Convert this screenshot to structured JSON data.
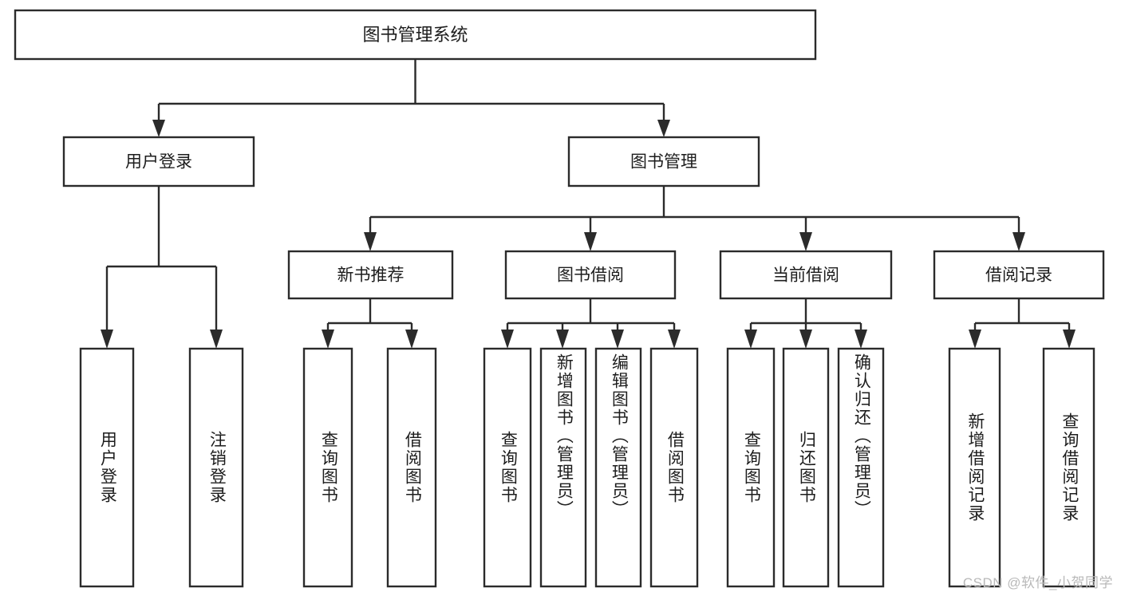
{
  "diagram": {
    "title": "图书管理系统",
    "type": "tree",
    "watermark": "CSDN @软件_小贺同学",
    "colors": {
      "stroke": "#2b2b2b",
      "fill": "#ffffff",
      "text": "#1d1d1d",
      "watermark": "#b9b9b9",
      "background": "#ffffff"
    },
    "levels": {
      "root": {
        "label": "图书管理系统"
      },
      "level2": [
        {
          "id": "user-login",
          "label": "用户登录"
        },
        {
          "id": "book-manage",
          "label": "图书管理"
        }
      ],
      "level3": [
        {
          "id": "new-book-recommend",
          "label": "新书推荐"
        },
        {
          "id": "book-borrow",
          "label": "图书借阅"
        },
        {
          "id": "current-borrow",
          "label": "当前借阅"
        },
        {
          "id": "borrow-record",
          "label": "借阅记录"
        }
      ],
      "leaves": [
        {
          "id": "leaf-user-login",
          "label": "用户登录",
          "parent": "user-login"
        },
        {
          "id": "leaf-logout-login",
          "label": "注销登录",
          "parent": "user-login"
        },
        {
          "id": "leaf-query-book-1",
          "label": "查询图书",
          "parent": "new-book-recommend"
        },
        {
          "id": "leaf-borrow-book-1",
          "label": "借阅图书",
          "parent": "new-book-recommend"
        },
        {
          "id": "leaf-query-book-2",
          "label": "查询图书",
          "parent": "book-borrow"
        },
        {
          "id": "leaf-add-book",
          "label": "新增图书（管理员）",
          "parent": "book-borrow"
        },
        {
          "id": "leaf-edit-book",
          "label": "编辑图书（管理员）",
          "parent": "book-borrow"
        },
        {
          "id": "leaf-borrow-book-2",
          "label": "借阅图书",
          "parent": "book-borrow"
        },
        {
          "id": "leaf-query-book-3",
          "label": "查询图书",
          "parent": "current-borrow"
        },
        {
          "id": "leaf-return-book",
          "label": "归还图书",
          "parent": "current-borrow"
        },
        {
          "id": "leaf-confirm-return",
          "label": "确认归还（管理员）",
          "parent": "current-borrow"
        },
        {
          "id": "leaf-add-record",
          "label": "新增借阅记录",
          "parent": "borrow-record"
        },
        {
          "id": "leaf-query-record",
          "label": "查询借阅记录",
          "parent": "borrow-record"
        }
      ]
    }
  }
}
